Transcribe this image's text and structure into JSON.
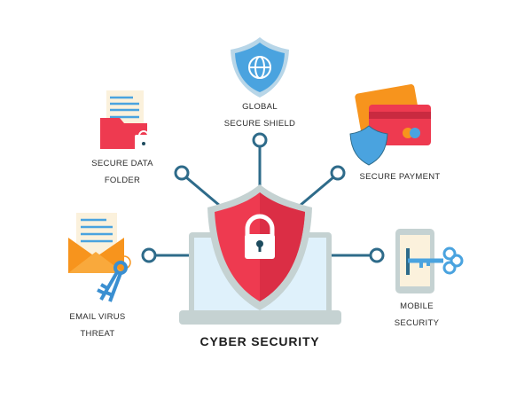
{
  "title": "CYBER SECURITY",
  "nodes": {
    "global_shield": {
      "line1": "GLOBAL",
      "line2": "SECURE SHIELD",
      "icon": "globe-shield-icon"
    },
    "data_folder": {
      "line1": "SECURE DATA",
      "line2": "FOLDER",
      "icon": "locked-folder-icon"
    },
    "payment": {
      "line1": "SECURE PAYMENT",
      "icon": "credit-card-shield-icon"
    },
    "email": {
      "line1": "EMAIL VIRUS",
      "line2": "THREAT",
      "icon": "envelope-keys-icon"
    },
    "mobile": {
      "line1": "MOBILE",
      "line2": "SECURITY",
      "icon": "phone-key-icon"
    }
  },
  "colors": {
    "connector": "#2e6b8a",
    "shield_red": "#ee3a50",
    "shield_blue": "#4aa3df",
    "laptop_gray": "#c5d2d2",
    "screen": "#dff1fb",
    "orange": "#f7941d"
  }
}
